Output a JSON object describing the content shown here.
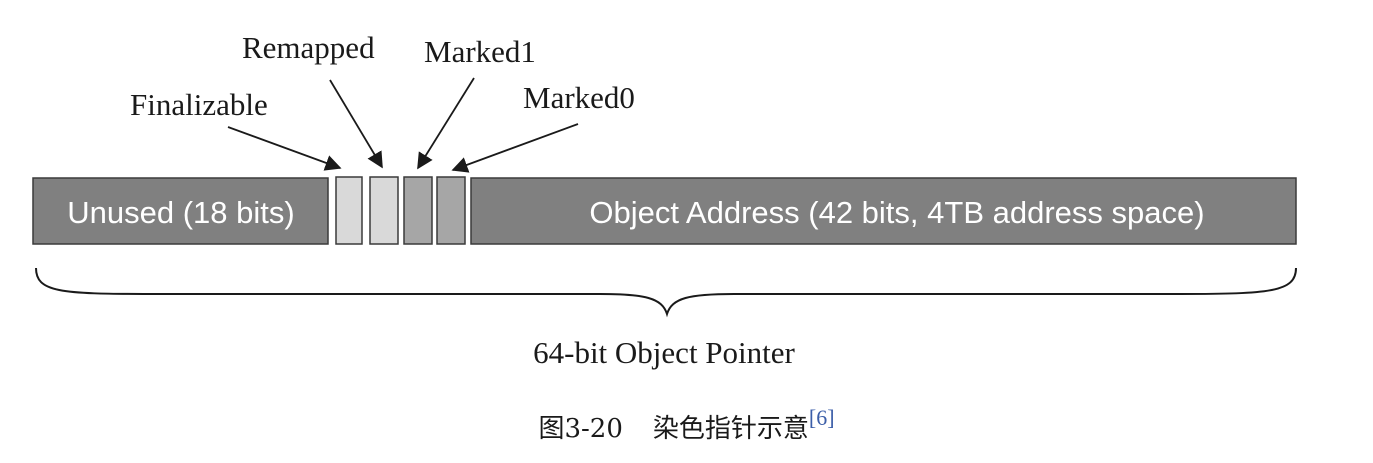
{
  "diagram": {
    "unused_label": "Unused (18 bits)",
    "address_label": "Object Address (42 bits, 4TB address space)",
    "flags": [
      {
        "label": "Finalizable"
      },
      {
        "label": "Remapped"
      },
      {
        "label": "Marked1"
      },
      {
        "label": "Marked0"
      }
    ],
    "brace_label": "64-bit Object Pointer"
  },
  "caption": {
    "figure_number": "图3-20",
    "title": "染色指针示意",
    "reference": "[6]"
  },
  "colors": {
    "segment_dark": "#808080",
    "flag_light": "#d9d9d9",
    "flag_mid": "#a6a6a6",
    "outline": "#3a3a3a",
    "bar_text": "#ffffff",
    "reference_link": "#3b5ea8"
  }
}
